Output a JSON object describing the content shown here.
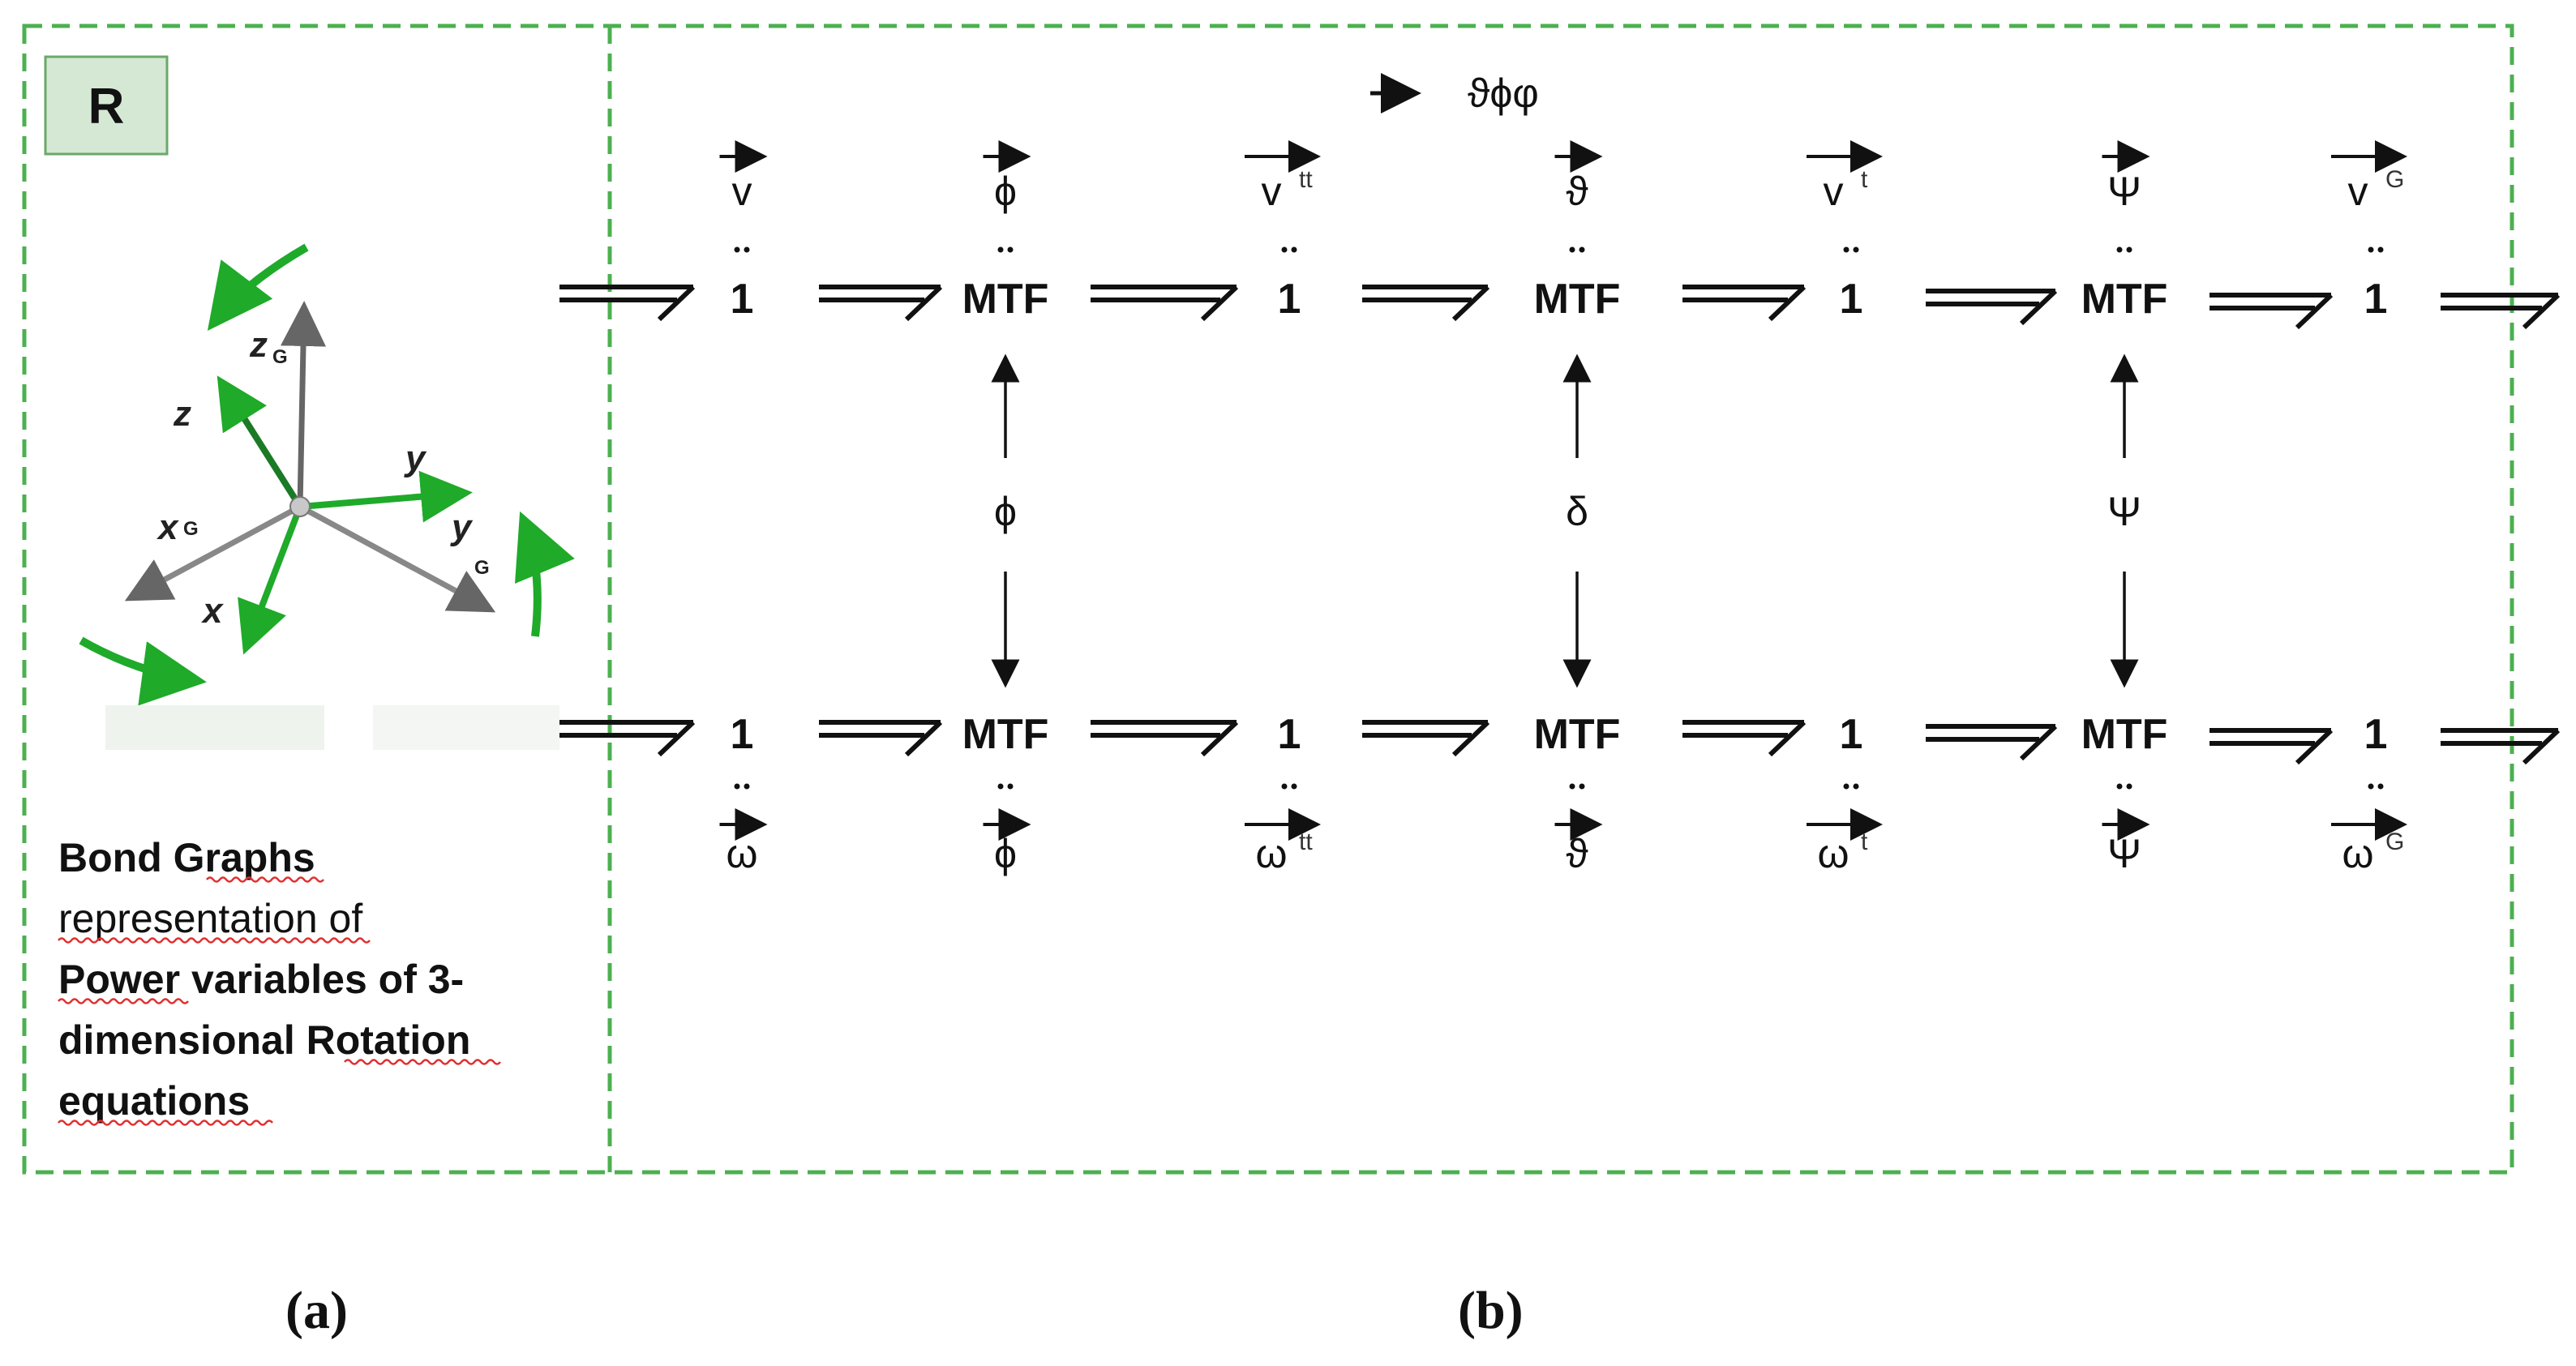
{
  "badge": "R",
  "angles_legend": "ϑϕφ",
  "axes": {
    "z_g": "z",
    "z_g_sub": "G",
    "z": "z",
    "y": "y",
    "x_g": "x",
    "x_g_sub": "G",
    "y_g": "y",
    "y_g_sub": "G",
    "x": "x"
  },
  "description": {
    "line1": "Bond Graphs",
    "line2a": "representation",
    "line2b": " of",
    "line3a": "Power",
    "line3b": " variables of 3-",
    "line4a": "dimensional ",
    "line4b": "Rotation",
    "line5": "equations"
  },
  "top_row": {
    "nodes": [
      "1",
      "MTF",
      "1",
      "MTF",
      "1",
      "MTF",
      "1"
    ],
    "labels": [
      {
        "base": "v",
        "sup": ""
      },
      {
        "base": "ϕ",
        "sup": ""
      },
      {
        "base": "v",
        "sup": "tt"
      },
      {
        "base": "ϑ",
        "sup": ""
      },
      {
        "base": "v",
        "sup": "t"
      },
      {
        "base": "Ψ",
        "sup": ""
      },
      {
        "base": "v",
        "sup": "G"
      }
    ]
  },
  "bottom_row": {
    "nodes": [
      "1",
      "MTF",
      "1",
      "MTF",
      "1",
      "MTF",
      "1"
    ],
    "labels": [
      {
        "base": "ω",
        "sup": ""
      },
      {
        "base": "ϕ",
        "sup": ""
      },
      {
        "base": "ω",
        "sup": "tt"
      },
      {
        "base": "ϑ",
        "sup": ""
      },
      {
        "base": "ω",
        "sup": "t"
      },
      {
        "base": "Ψ",
        "sup": ""
      },
      {
        "base": "ω",
        "sup": "G"
      }
    ]
  },
  "couplings": [
    "ϕ",
    "δ",
    "Ψ"
  ],
  "captions": {
    "a": "(a)",
    "b": "(b)"
  }
}
